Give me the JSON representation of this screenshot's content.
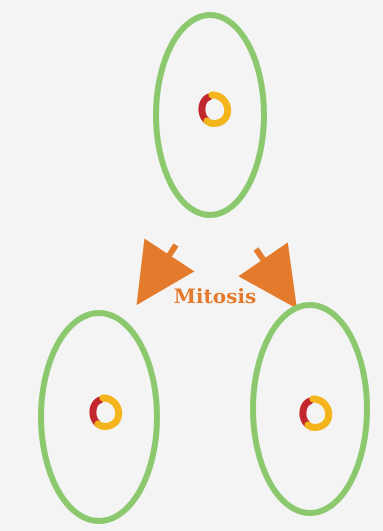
{
  "diagram": {
    "process_label": "Mitosis",
    "colors": {
      "background": "#f4f4f4",
      "cell_membrane": "#8cc96e",
      "arrow": "#e37a2c",
      "label": "#e37a2c",
      "chromosome_red": "#c2272d",
      "chromosome_yellow": "#f3b51b"
    },
    "cells": [
      {
        "role": "parent-cell"
      },
      {
        "role": "daughter-cell-left"
      },
      {
        "role": "daughter-cell-right"
      }
    ]
  }
}
